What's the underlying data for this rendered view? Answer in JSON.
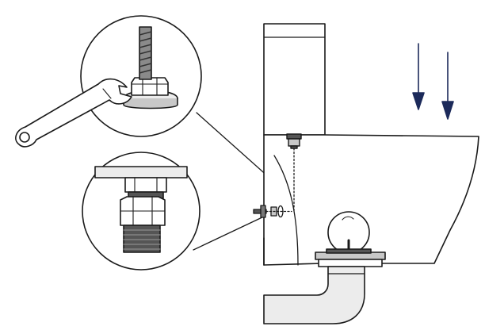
{
  "diagram": {
    "kind": "toilet-installation-illustration",
    "line_color": "#1a1a1a",
    "fill_light": "#ececec",
    "fill_mid": "#c8c8c8",
    "fill_dark": "#555555",
    "arrow_color": "#1c2a5a",
    "icons": [
      "wrench-icon",
      "bolt-icon",
      "nut-icon",
      "down-arrow-icon"
    ],
    "callouts": [
      "callout-wrench-tightening-bolt",
      "callout-threaded-fitting"
    ],
    "arrow_count": 2
  }
}
